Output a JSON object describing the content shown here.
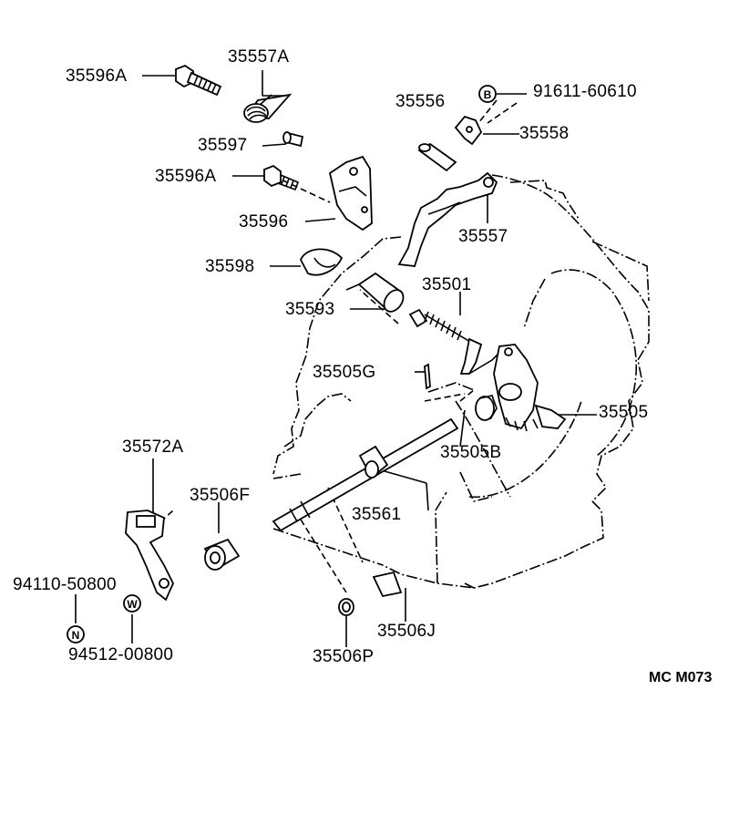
{
  "diagram": {
    "reference_code": "MC M073",
    "part_labels": {
      "p35596A_top": "35596A",
      "p35557A": "35557A",
      "p35597": "35597",
      "p35596A_mid": "35596A",
      "p35596": "35596",
      "p35598": "35598",
      "p35556": "35556",
      "p91611": "91611-60610",
      "p35558": "35558",
      "p35557": "35557",
      "p35501": "35501",
      "p35593": "35593",
      "p35505G": "35505G",
      "p35505": "35505",
      "p35505B": "35505B",
      "p35572A": "35572A",
      "p35506F": "35506F",
      "p35561": "35561",
      "p94110": "94110-50800",
      "p94512": "94512-00800",
      "p35506J": "35506J",
      "p35506P": "35506P"
    },
    "badges": {
      "b": "B",
      "n": "N",
      "w": "W"
    }
  }
}
